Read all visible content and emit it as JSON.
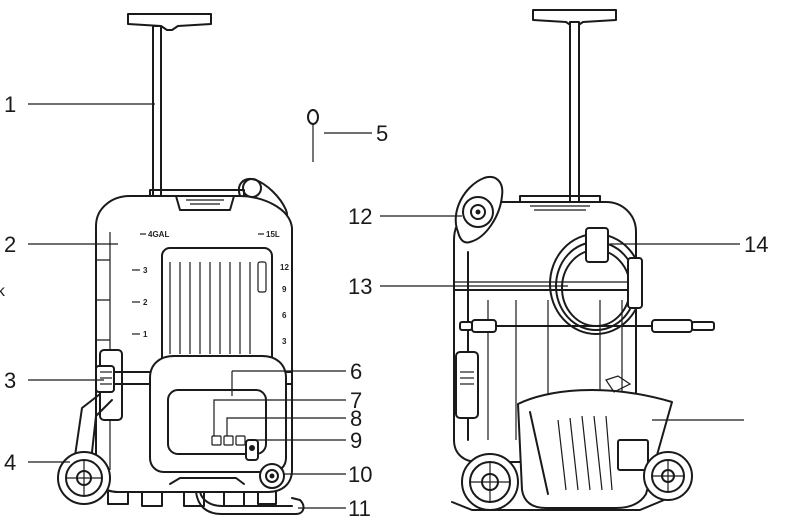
{
  "diagram": {
    "callouts": [
      {
        "id": "1",
        "text": "1"
      },
      {
        "id": "2",
        "text": "2"
      },
      {
        "id": "3",
        "text": "3"
      },
      {
        "id": "4",
        "text": "4"
      },
      {
        "id": "5",
        "text": "5"
      },
      {
        "id": "6",
        "text": "6"
      },
      {
        "id": "7",
        "text": "7"
      },
      {
        "id": "8",
        "text": "8"
      },
      {
        "id": "9",
        "text": "9"
      },
      {
        "id": "10",
        "text": "10"
      },
      {
        "id": "11",
        "text": "11"
      },
      {
        "id": "12",
        "text": "12"
      },
      {
        "id": "13",
        "text": "13"
      },
      {
        "id": "14",
        "text": "14"
      }
    ],
    "partial_text": "ok",
    "tank_markings": {
      "capacity_gal": "4GAL",
      "capacity_l": "15L",
      "gal_levels": [
        "3",
        "2",
        "1"
      ],
      "l_levels": [
        "12",
        "9",
        "6",
        "3"
      ]
    }
  }
}
